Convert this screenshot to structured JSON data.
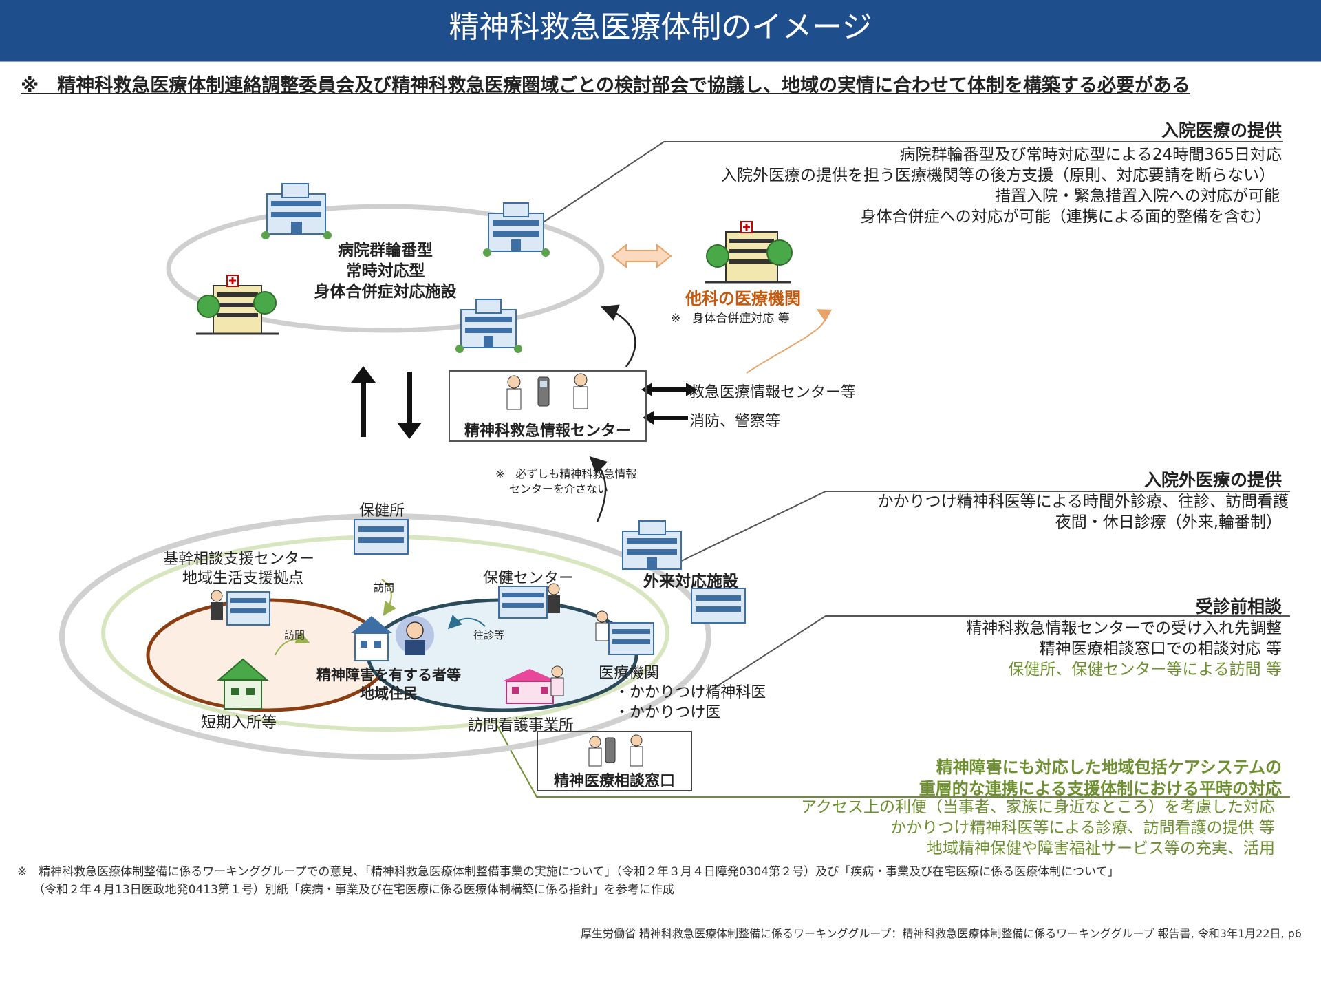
{
  "header": {
    "title": "精神科救急医療体制のイメージ",
    "bg": "#1f4e8c"
  },
  "subtitle": "※　精神科救急医療体制連絡調整委員会及び精神科救急医療圏域ごとの検討部会で協議し、地域の実情に合わせて体制を構築する必要がある",
  "hospital_ring": {
    "lines": [
      "病院群輪番型",
      "常時対応型",
      "身体合併症対応施設"
    ]
  },
  "other_dept": {
    "label": "他科の医療機関",
    "note": "※　身体合併症対応 等",
    "color": "#c35a0f"
  },
  "inpatient": {
    "heading": "入院医療の提供",
    "lines": [
      "病院群輪番型及び常時対応型による24時間365日対応",
      "入院外医療の提供を担う医療機関等の後方支援（原則、対応要請を断らない）",
      "措置入院・緊急措置入院への対応が可能",
      "身体合併症への対応が可能（連携による面的整備を含む）"
    ]
  },
  "info_center": {
    "label": "精神科救急情報センター"
  },
  "links": {
    "emergency_info": "救急医療情報センター等",
    "fire_police": "消防、警察等"
  },
  "bypass_note": [
    "※　必ずしも精神科救急情報",
    "センターを介さない"
  ],
  "outpatient": {
    "heading": "入院外医療の提供",
    "lines": [
      "かかりつけ精神科医等による時間外診療、往診、訪問看護",
      "夜間・休日診療（外来,輪番制）"
    ]
  },
  "outpatient_facility": "外来対応施設",
  "previsit": {
    "heading": "受診前相談",
    "lines": [
      "精神科救急情報センターでの受け入れ先調整",
      "精神医療相談窓口での相談対応 等"
    ],
    "green_line": "保健所、保健センター等による訪問 等"
  },
  "community": {
    "hokenjo": "保健所",
    "base_center": [
      "基幹相談支援センター",
      "地域生活支援拠点"
    ],
    "hoken_center": "保健センター",
    "visit1": "訪問",
    "visit2": "訪問",
    "oushin": "往診等",
    "resident": [
      "精神障害を有する者等",
      "地域住民"
    ],
    "short_stay": "短期入所等",
    "visit_nursing": "訪問看護事業所",
    "medical": "医療機関",
    "gp_psych": "・かかりつけ精神科医",
    "gp": "・かかりつけ医"
  },
  "consult_window": {
    "label": "精神医療相談窓口"
  },
  "ordinary": {
    "heading": [
      "精神障害にも対応した地域包括ケアシステムの",
      "重層的な連携による支援体制における平時の対応"
    ],
    "lines": [
      "アクセス上の利便（当事者、家族に身近なところ）を考慮した対応",
      "かかりつけ精神科医等による診療、訪問看護の提供 等",
      "地域精神保健や障害福祉サービス等の充実、活用"
    ],
    "color": "#6d8f2f"
  },
  "footnote": [
    "※　精神科救急医療体制整備に係るワーキンググループでの意見、「精神科救急医療体制整備事業の実施について」（令和２年３月４日障発0304第２号）及び「疾病・事業及び在宅医療に係る医療体制について」",
    "（令和２年４月13日医政地発0413第１号）別紙「疾病・事業及び在宅医療に係る医療体制構築に係る指針」を参考に作成"
  ],
  "source": "厚生労働省 精神科救急医療体制整備に係るワーキンググループ：精神科救急医療体制整備に係るワーキンググループ 報告書, 令和3年1月22日, p6"
}
